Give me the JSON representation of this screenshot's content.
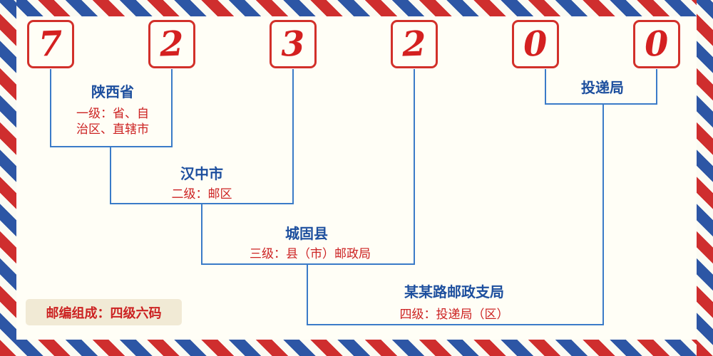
{
  "postal_code": {
    "digits": [
      "7",
      "2",
      "3",
      "2",
      "0",
      "0"
    ]
  },
  "levels": {
    "level1": {
      "name": "陕西省",
      "desc_lines": [
        "一级：省、自",
        "治区、直辖市"
      ]
    },
    "level2": {
      "name": "汉中市",
      "desc": "二级：邮区"
    },
    "level3": {
      "name": "城固县",
      "desc": "三级：县（市）邮政局"
    },
    "level4": {
      "name": "某某路邮政支局",
      "desc": "四级：投递局（区）"
    },
    "delivery": {
      "name": "投递局"
    }
  },
  "footer": {
    "composition_label": "邮编组成：四级六码"
  },
  "colors": {
    "digit_red": "#d42020",
    "label_blue": "#1d4f9e",
    "desc_red": "#cc2222",
    "line_blue": "#3a7bc8",
    "stripe_red": "#cf2e2e",
    "stripe_blue": "#2d56a5",
    "background": "#fffef6",
    "footer_bg": "#f1ead5"
  }
}
